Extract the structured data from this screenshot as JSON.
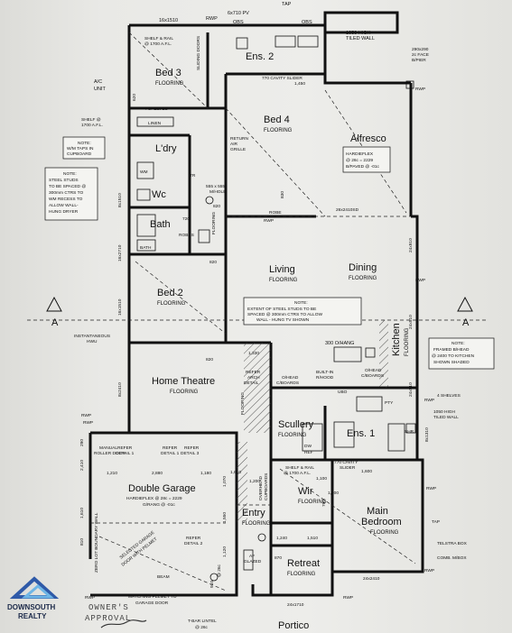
{
  "rooms": {
    "bed3": {
      "name": "Bed 3",
      "floor": "FLOORING"
    },
    "ens2": {
      "name": "Ens. 2"
    },
    "bed4": {
      "name": "Bed 4",
      "floor": "FLOORING"
    },
    "alfresco": {
      "name": "Alfresco"
    },
    "laundry": {
      "name": "L'dry"
    },
    "wc": {
      "name": "Wc"
    },
    "bath": {
      "name": "Bath"
    },
    "bed2": {
      "name": "Bed 2",
      "floor": "FLOORING"
    },
    "living": {
      "name": "Living",
      "floor": "FLOORING"
    },
    "dining": {
      "name": "Dining",
      "floor": "FLOORING"
    },
    "kitchen": {
      "name": "Kitchen",
      "floor": "FLOORING"
    },
    "theatre": {
      "name": "Home Theatre",
      "floor": "FLOORING"
    },
    "scullery": {
      "name": "Scullery",
      "floor": "FLOORING"
    },
    "ens1": {
      "name": "Ens. 1"
    },
    "garage": {
      "name": "Double Garage"
    },
    "wir": {
      "name": "Wir",
      "floor": "FLOORING"
    },
    "main_bed": {
      "name": "Main",
      "name2": "Bedroom",
      "floor": "FLOORING"
    },
    "entry": {
      "name": "Entry",
      "floor": "FLOORING"
    },
    "retreat": {
      "name": "Retreat",
      "floor": "FLOORING"
    },
    "portico": {
      "name": "Portico"
    }
  },
  "labels": {
    "tap_top": "TAP",
    "rwp_top": "RWP",
    "pv_top": "6x710 PV",
    "obs1": "OBS",
    "obs2": "OBS",
    "bed3_dim": "16x1510",
    "shelf_rail": "SHELF & RAIL",
    "afl_1700": "@ 1700 A.F.L.",
    "sliding_doors": "SLIDING DOORS",
    "tiled_wall_top": "1050 HIGH",
    "tiled_wall_top2": "TILED WALL",
    "cavity_slider": "770 CAVITY SLIDER",
    "dim_1450": "1,450",
    "face_b_pier": "290x290",
    "face_b_pier2": "2c FACE",
    "face_b_pier3": "B/PIER",
    "rwp_r": "RWP",
    "ac_unit": "A/C",
    "ac_unit2": "UNIT",
    "shelves_4": "4 SHELVES",
    "linen": "LINEN",
    "return_air": "RETURN",
    "return_air2": "AIR",
    "return_air3": "GRILLE",
    "mhole": "555 x 555",
    "mhole2": "M/HOLE",
    "robe": "ROBE",
    "hardieflex": "HARDIEFLEX",
    "hardieflex2": "@ 26c = 2229",
    "hardieflex3": "B/PAVED @ -01c",
    "dim_26x2410": "26x2410SD",
    "shelf_left": "SHELF @",
    "shelf_left2": "1700 A.F.L.",
    "note_wm_h": "NOTE:",
    "note_wm": "W/M TAPS IN",
    "note_wm2": "CUPBOARD",
    "note_steel_h": "NOTE:",
    "note_steel1": "STEEL STUDS",
    "note_steel2": "TO BE SPACED @",
    "note_steel3": "300mm CTRS TO",
    "note_steel4": "WM RECESS TO",
    "note_steel5": "ALLOW WALL-",
    "note_steel6": "HUNG DRYER",
    "linen_wm": "WM",
    "tr": "TR",
    "robes_lbl": "ROBES",
    "bath_lbl": "BATH",
    "dim_720": "720",
    "dim_820a": "820",
    "dim_820b": "820",
    "dim_820c": "820",
    "dim_16x2710": "16x2710",
    "dim_16x1510": "16x1510",
    "dim_8x1510": "8x1510",
    "dim_8x2410": "8x2410",
    "flooring_v": "FLOORING",
    "inst_hwu": "INSTANTANEOUS",
    "inst_hwu2": "HWU",
    "note_tv_h": "NOTE:",
    "note_tv1": "EXTENT OF STEEL STUDS TO BE",
    "note_tv2": "SPACED @ 300mm CTRS TO ALLOW",
    "note_tv3": "WALL - HUNG TV SHOWN",
    "sec_a_left": "A",
    "sec_a_right": "A",
    "ohang": "300 O/HANG",
    "note_frame_h": "NOTE:",
    "note_frame1": "FRAMED B/HEAD",
    "note_frame2": "@ 2400 TO KITCHEN",
    "note_frame3": "SHOWN SHADED",
    "dim_1330": "1,330",
    "refer_arch": "REFER",
    "refer_arch2": "ARCH",
    "refer_arch3": "DETAIL",
    "ohead": "O/HEAD",
    "ohead2": "C/BOARDS",
    "built_in": "BUILT-IN",
    "built_in2": "R/HOOD",
    "ohead_r": "O/HEAD",
    "ohead_r2": "C/BOARDS",
    "shelves_4b": "4 SHELVES",
    "pty": "PTY",
    "uwo": "UBO",
    "tiled_wall_b": "1050 HIGH",
    "tiled_wall_b2": "TILED WALL",
    "dim_8x1310": "8x1310",
    "dim_24x910": "24x910",
    "dim_24x910b": "24x910",
    "dim_24x910c": "24x910",
    "dw": "DW",
    "ref": "REF",
    "shr": "SHR",
    "rwp_l": "RWP",
    "manual": "MANUAL",
    "manual2": "ROLLER DOOR",
    "refer_d1": "REFER",
    "refer_d1b": "DETAIL 1",
    "refer_d1c": "REFER",
    "refer_d1d": "DETAIL 1",
    "refer_d3": "REFER",
    "refer_d3b": "DETAIL 3",
    "dim_1210": "1,210",
    "dim_2880": "2,880",
    "dim_1180": "1,180",
    "dim_1610": "1,610",
    "garage_hf": "HARDIEFLEX @ 28c = 2229",
    "garage_hf2": "G/RANG @ -01c",
    "boundary": "ZERO LOT BOUNDARY WALL",
    "sel_garage": "SELECTED GARAGE",
    "sel_garage2": "DOOR WITH PELMET",
    "refer_d2": "REFER",
    "refer_d2b": "DETAIL 2",
    "beam": "BEAM",
    "flooring_g": "FLOORING",
    "overhead_cb": "OVERHEAD",
    "overhead_cb2": "CUPBOARDS",
    "shelf_rail_wir": "SHELF & RAIL",
    "shelf_rail_wir2": "@ 1700 A.F.L.",
    "cavity_wir": "770 CAVITY",
    "cavity_wir2": "SLIDER",
    "dim_1600": "1,600",
    "dim_1000": "1,000",
    "dim_1070": "1,070",
    "dim_1550": "1,550",
    "dim_1120": "1,120",
    "dim_1240": "1,240",
    "dim_1510": "1,510",
    "dim_1100": "1,100",
    "dim_1200": "1,200",
    "dim_760": "760",
    "dim_870": "870",
    "dim_910": "910",
    "tap_r": "TAP",
    "telstra": "TELSTRA BOX",
    "comb_mbox": "COMB. M/BOX",
    "dim_24x2410": "24x2410",
    "dim_24x1710": "24x1710",
    "af_glazed": "AF",
    "af_glazed2": "GLAZED",
    "dim_26c": "@ 26c",
    "rwp_bl": "RWP",
    "pelmet": "MATCHING PELMET TO",
    "pelmet2": "GARAGE DOOR",
    "tbar": "T-BAR LINTEL",
    "tbar2": "@ 26c",
    "rwp_br": "RWP",
    "rwp_r2": "RWP",
    "rwp_r3": "RWP",
    "rwp_r4": "RWP",
    "rwp_r5": "RWP",
    "rwp_l2": "RWP",
    "dim_left_2410": "2,410",
    "dim_left_1610": "1,610",
    "dim_left_290": "290",
    "dim_left_810": "810",
    "rwp_mid": "RWP",
    "dim_830": "830",
    "dim_620": "620"
  },
  "branding": {
    "company": "DOWNSOUTH",
    "company2": "REALTY",
    "stamp1": "OWNER'S",
    "stamp2": "APPROVAL"
  }
}
